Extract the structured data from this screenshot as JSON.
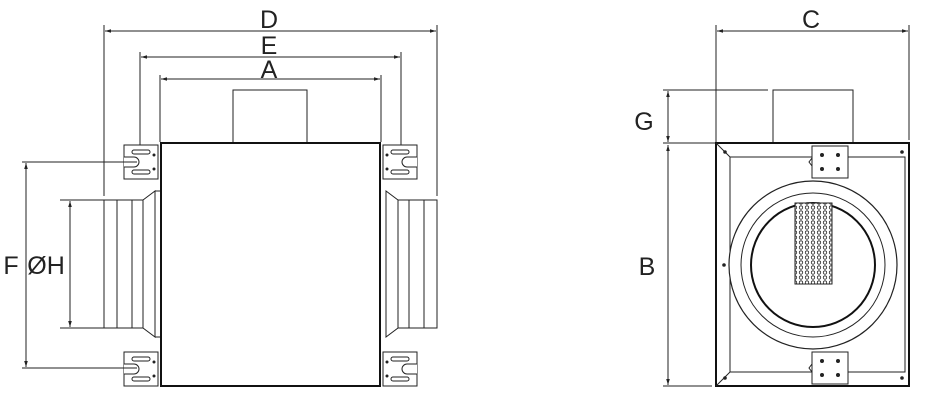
{
  "title": "Filter box dimension drawing",
  "colors": {
    "line": "#222222",
    "background": "#ffffff"
  },
  "front_view": {
    "dimension_labels": {
      "overall_length": "D",
      "bracket_span": "E",
      "body_width": "A",
      "bracket_height": "F",
      "duct_diameter": "ØH"
    }
  },
  "side_view": {
    "dimension_labels": {
      "width": "C",
      "top_box_height": "G",
      "body_height": "B"
    }
  }
}
